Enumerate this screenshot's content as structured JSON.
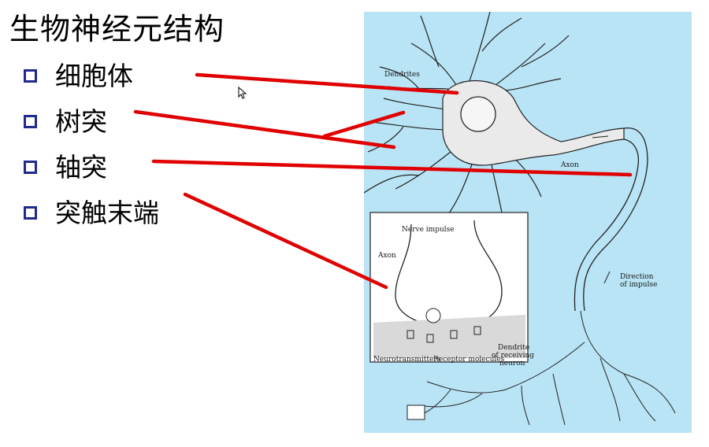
{
  "title": "生物神经元结构",
  "bullets": [
    {
      "label": "细胞体"
    },
    {
      "label": "树突"
    },
    {
      "label": "轴突"
    },
    {
      "label": "突触末端"
    }
  ],
  "figure": {
    "labels": {
      "dendrites": "Dendrites",
      "axon": "Axon",
      "direction_line1": "Direction",
      "direction_line2": "of impulse",
      "nerve_impulse": "Nerve impulse",
      "inset_axon": "Axon",
      "neurotransmitters": "Neurotransmitters",
      "receptor_molecules": "Receptor molecules",
      "dendrite_line1": "Dendrite",
      "dendrite_line2": "of receiving",
      "dendrite_line3": "neuron"
    },
    "colors": {
      "background": "#b8e4f5",
      "pointer_lines": "#e00000",
      "bullet_box": "#1f2a8c"
    }
  },
  "icons": {
    "bullet": "square-bullet-icon",
    "cursor": "mouse-pointer-icon"
  }
}
